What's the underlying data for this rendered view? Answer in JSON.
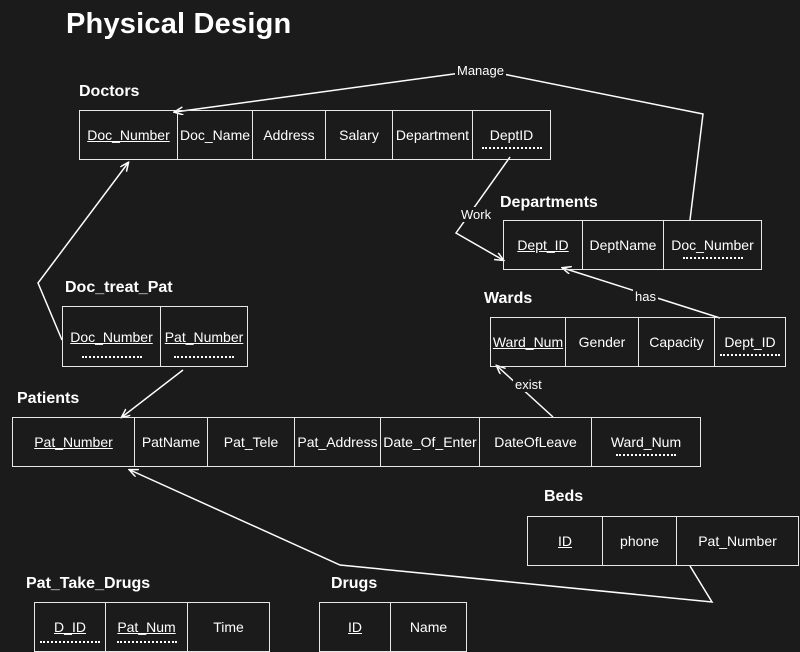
{
  "page": {
    "title": "Physical Design"
  },
  "tables": {
    "doctors": {
      "title": "Doctors",
      "columns": [
        "Doc_Number",
        "Doc_Name",
        "Address",
        "Salary",
        "Department",
        "DeptID"
      ]
    },
    "departments": {
      "title": "Departments",
      "columns": [
        "Dept_ID",
        "DeptName",
        "Doc_Number"
      ]
    },
    "doc_treat_pat": {
      "title": "Doc_treat_Pat",
      "columns": [
        "Doc_Number",
        "Pat_Number"
      ]
    },
    "wards": {
      "title": "Wards",
      "columns": [
        "Ward_Num",
        "Gender",
        "Capacity",
        "Dept_ID"
      ]
    },
    "patients": {
      "title": "Patients",
      "columns": [
        "Pat_Number",
        "PatName",
        "Pat_Tele",
        "Pat_Address",
        "Date_Of_Enter",
        "DateOfLeave",
        "Ward_Num"
      ]
    },
    "beds": {
      "title": "Beds",
      "columns": [
        "ID",
        "phone",
        "Pat_Number"
      ]
    },
    "pat_take_drugs": {
      "title": "Pat_Take_Drugs",
      "columns": [
        "D_ID",
        "Pat_Num",
        "Time"
      ]
    },
    "drugs": {
      "title": "Drugs",
      "columns": [
        "ID",
        "Name"
      ]
    }
  },
  "relationships": {
    "manage": "Manage",
    "work": "Work",
    "has": "has",
    "exist": "exist"
  }
}
